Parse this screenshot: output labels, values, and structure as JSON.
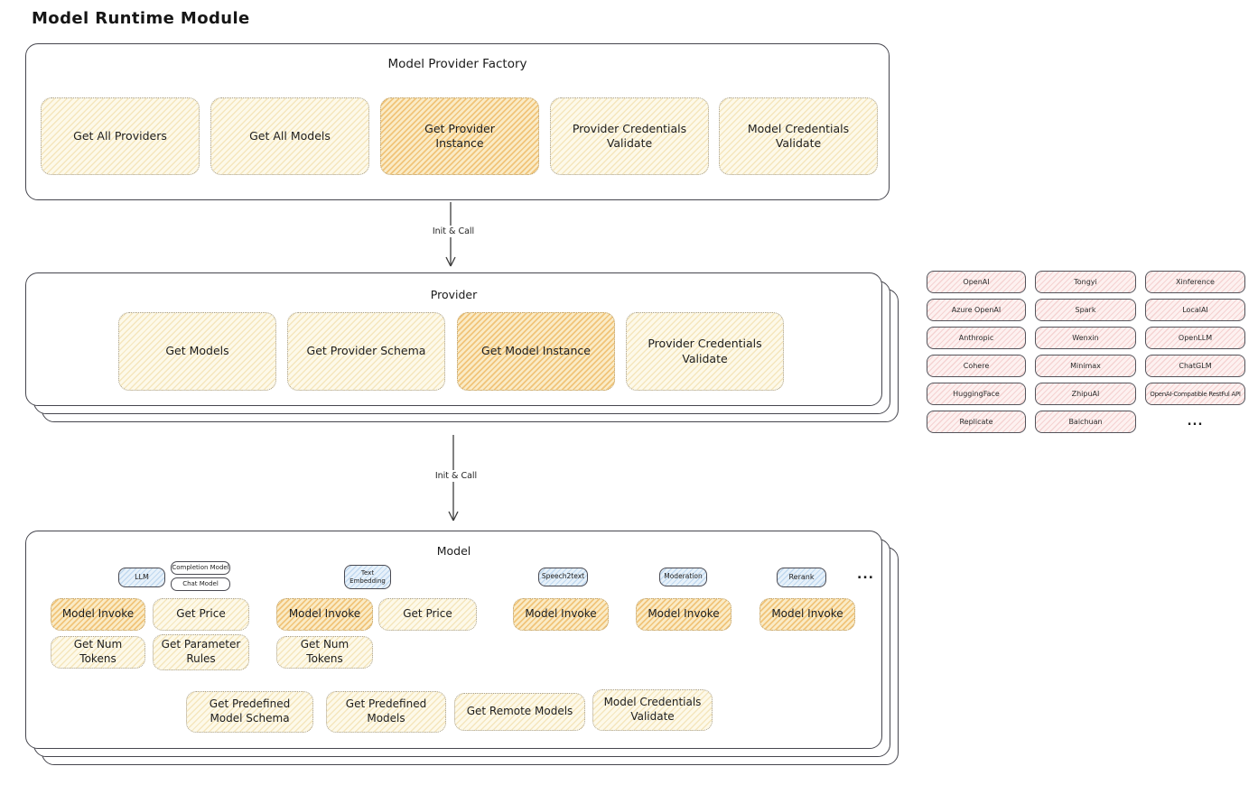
{
  "title": "Model Runtime Module",
  "factory": {
    "title": "Model Provider Factory",
    "buttons": [
      {
        "label": "Get All Providers"
      },
      {
        "label": "Get All Models"
      },
      {
        "label": "Get Provider Instance",
        "highlighted": true
      },
      {
        "label": "Provider Credentials Validate"
      },
      {
        "label": "Model Credentials Validate"
      }
    ]
  },
  "arrows": [
    {
      "label": "Init & Call"
    },
    {
      "label": "Init & Call"
    }
  ],
  "provider": {
    "title": "Provider",
    "buttons": [
      {
        "label": "Get Models"
      },
      {
        "label": "Get Provider Schema"
      },
      {
        "label": "Get Model Instance",
        "highlighted": true
      },
      {
        "label": "Provider Credentials Validate"
      }
    ]
  },
  "provider_list": {
    "items": [
      "OpenAI",
      "Tongyi",
      "Xinference",
      "Azure OpenAI",
      "Spark",
      "LocalAI",
      "Anthropic",
      "Wenxin",
      "OpenLLM",
      "Cohere",
      "Minimax",
      "ChatGLM",
      "HuggingFace",
      "ZhipuAI",
      "OpenAI-Compatible RestFul API",
      "Replicate",
      "Baichuan"
    ],
    "more": "..."
  },
  "model": {
    "title": "Model",
    "type_chips": [
      {
        "label": "LLM",
        "style": "blue"
      },
      {
        "label": "Completion Model",
        "style": "outline"
      },
      {
        "label": "Chat Model",
        "style": "outline"
      },
      {
        "label": "Text Embedding",
        "style": "blue"
      },
      {
        "label": "Speech2text",
        "style": "blue"
      },
      {
        "label": "Moderation",
        "style": "blue"
      },
      {
        "label": "Rerank",
        "style": "blue"
      }
    ],
    "more": "...",
    "buttons": [
      {
        "label": "Model Invoke",
        "highlighted": true
      },
      {
        "label": "Get Price"
      },
      {
        "label": "Get Num Tokens"
      },
      {
        "label": "Get Parameter Rules"
      },
      {
        "label": "Model Invoke",
        "highlighted": true
      },
      {
        "label": "Get Price"
      },
      {
        "label": "Get Num Tokens"
      },
      {
        "label": "Model Invoke",
        "highlighted": true
      },
      {
        "label": "Model Invoke",
        "highlighted": true
      },
      {
        "label": "Model Invoke",
        "highlighted": true
      },
      {
        "label": "Get Predefined Model Schema"
      },
      {
        "label": "Get Predefined Models"
      },
      {
        "label": "Get Remote Models"
      },
      {
        "label": "Model Credentials Validate"
      }
    ]
  },
  "colors": {
    "ink": "#1e1e1e",
    "box_border": "#46464e",
    "cream_fill": "#fdf9e9",
    "orange_highlight": "#f2c078",
    "pink_fill": "#fdf1f0",
    "blue_fill": "#e7f1fa"
  }
}
